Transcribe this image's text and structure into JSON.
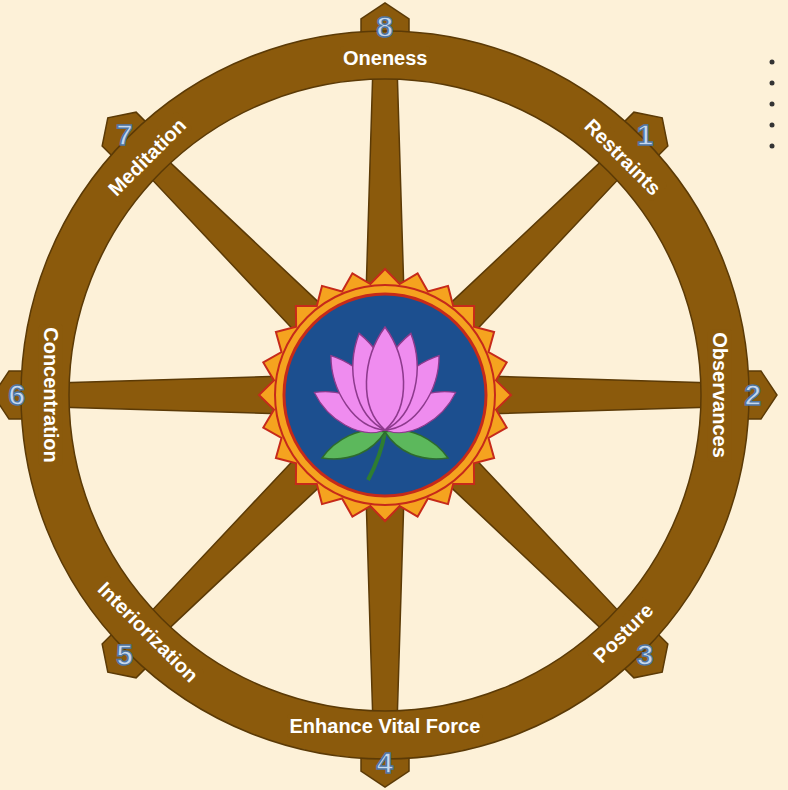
{
  "diagram": {
    "labels": [
      "1",
      "Restraints",
      "2",
      "Observances",
      "3",
      "Posture",
      "4",
      "Enhance Vital Force",
      "5",
      "Interiorization",
      "6",
      "Concentration",
      "7",
      "Meditation",
      "8",
      "Oneness"
    ]
  }
}
